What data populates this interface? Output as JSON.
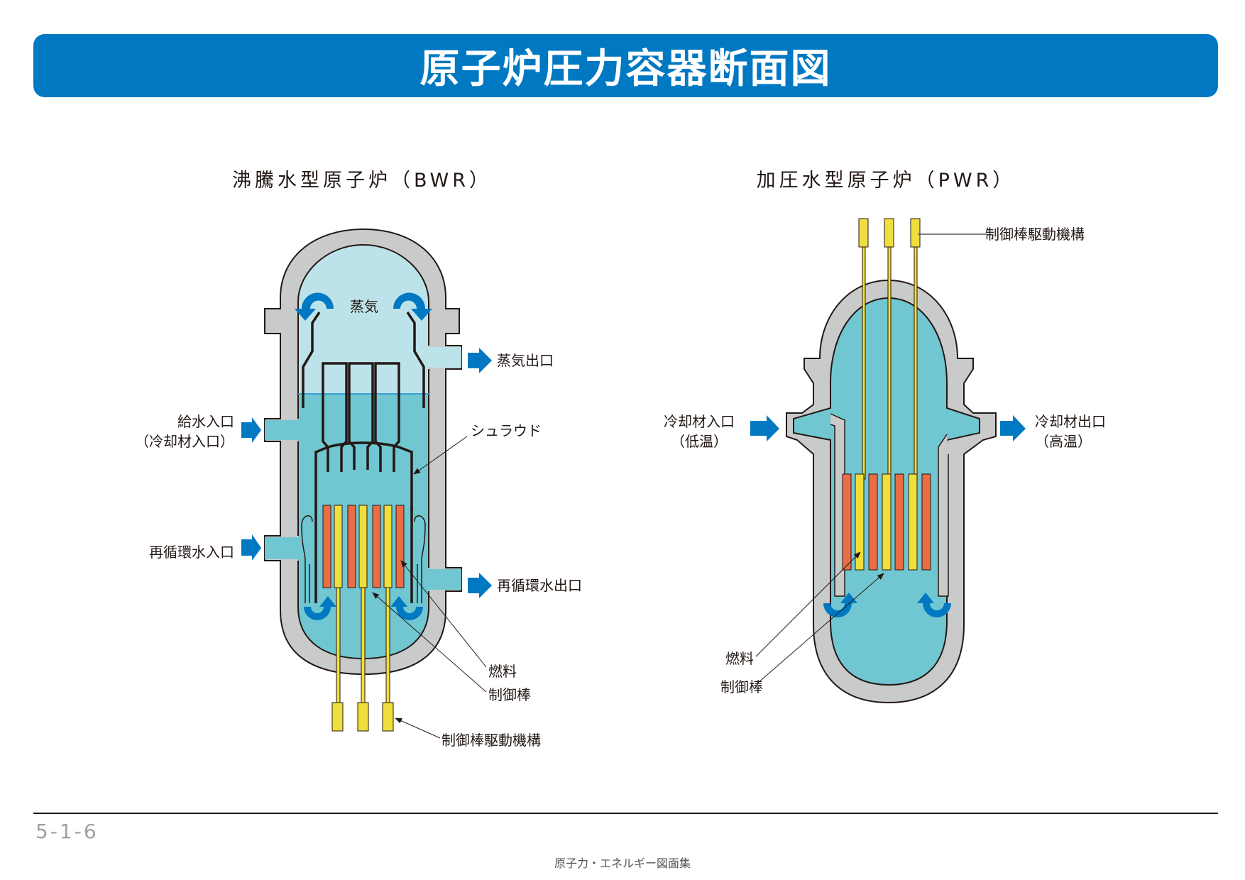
{
  "header": {
    "title": "原子炉圧力容器断面図"
  },
  "colors": {
    "title_bar": "#0078c2",
    "vessel_wall": "#c9caca",
    "steam": "#bde3ea",
    "water": "#71c7d1",
    "fuel": "#eb6d45",
    "control_rod": "#f0de3c",
    "flow_arrow": "#0078c2"
  },
  "bwr": {
    "title": "沸騰水型原子炉（BWR）",
    "labels": {
      "steam": "蒸気",
      "steam_outlet": "蒸気出口",
      "feedwater_inlet_line1": "給水入口",
      "feedwater_inlet_line2": "（冷却材入口）",
      "shroud": "シュラウド",
      "recirc_inlet": "再循環水入口",
      "recirc_outlet": "再循環水出口",
      "fuel": "燃料",
      "control_rod": "制御棒",
      "crd_mechanism": "制御棒駆動機構"
    }
  },
  "pwr": {
    "title": "加圧水型原子炉（PWR）",
    "labels": {
      "crd_mechanism": "制御棒駆動機構",
      "coolant_inlet_line1": "冷却材入口",
      "coolant_inlet_line2": "（低温）",
      "coolant_outlet_line1": "冷却材出口",
      "coolant_outlet_line2": "（高温）",
      "fuel": "燃料",
      "control_rod": "制御棒"
    }
  },
  "footer": {
    "page_number": "5-1-6",
    "caption": "原子力・エネルギー図面集"
  }
}
